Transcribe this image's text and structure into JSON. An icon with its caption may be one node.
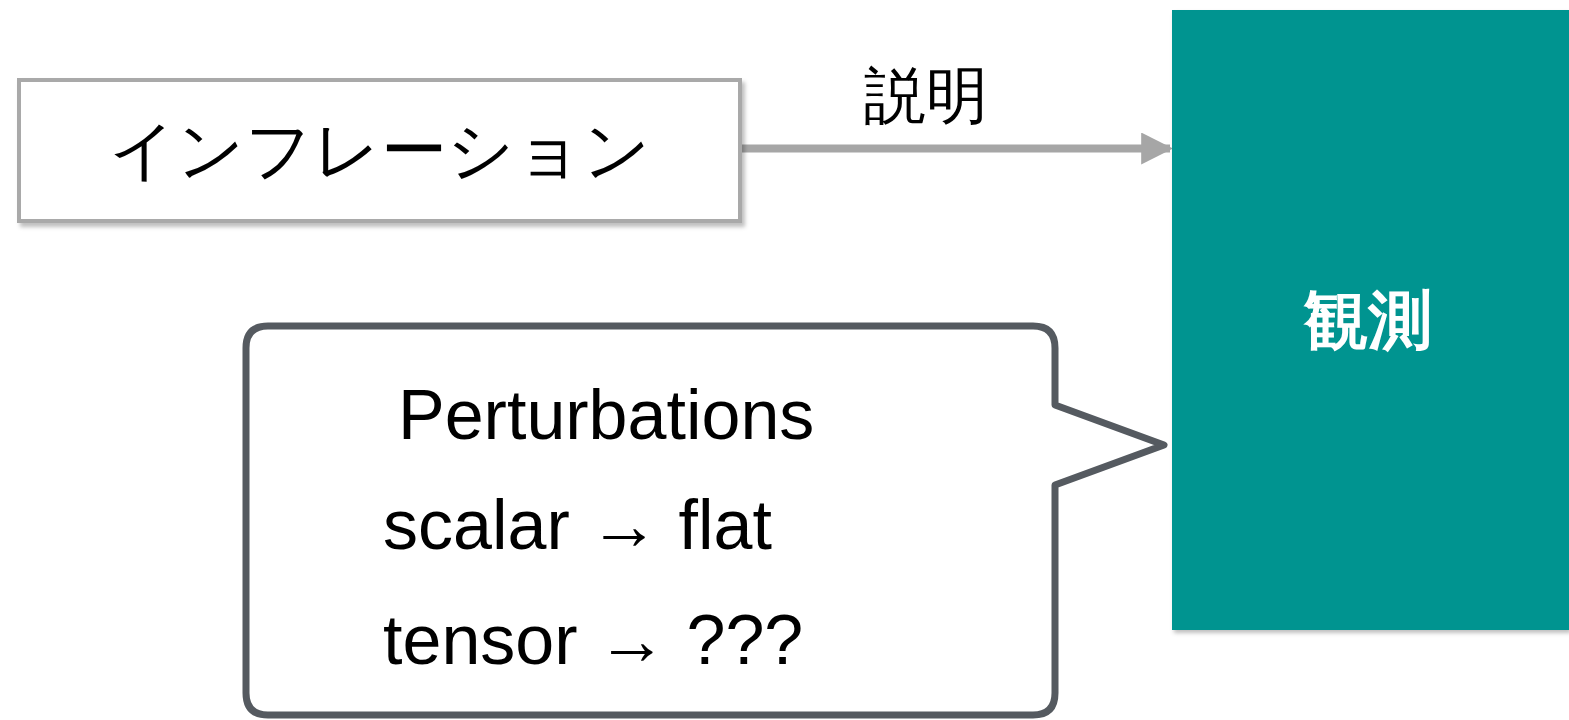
{
  "diagram": {
    "nodes": [
      {
        "text": [
          "インフレーション"
        ]
      },
      {
        "text": [
          "観測"
        ]
      },
      {
        "text": [
          "Perturbations",
          "scalar → flat",
          "tensor → ???"
        ]
      }
    ],
    "edges": [
      {
        "from": 0,
        "to": 1,
        "arrow": "to",
        "label": "説明"
      }
    ]
  }
}
